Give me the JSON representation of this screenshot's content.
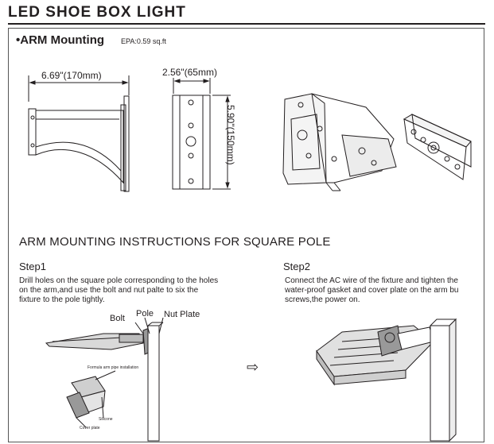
{
  "header": {
    "title": "LED SHOE BOX LIGHT"
  },
  "arm_section": {
    "heading": "•ARM Mounting",
    "epa": "EPA:0.59 sq.ft",
    "dim_width": "6.69\"(170mm)",
    "dim_depth": "2.56\"(65mm)",
    "dim_height": "5.90\"(150mm)"
  },
  "instructions": {
    "title": "ARM MOUNTING INSTRUCTIONS FOR SQUARE POLE",
    "step1": {
      "title": "Step1",
      "lines": [
        "Drill holes on the square pole corresponding to the holes",
        "on the arm,and use the bolt and nut palte to six the",
        "fixture to the pole tightly."
      ],
      "label_bolt": "Bolt",
      "label_pole": "Pole",
      "label_nut_plate": "Nut Plate",
      "label_formula": "Formula arm pipe installation",
      "label_silicone": "Silicone",
      "label_cover": "Cover plate"
    },
    "step2": {
      "title": "Step2",
      "lines": [
        "Connect the AC wire of the fixture and tighten the",
        "water-proof gasket and cover plate on the arm bu",
        "screws,the power on."
      ]
    },
    "arrow": "⇨"
  }
}
